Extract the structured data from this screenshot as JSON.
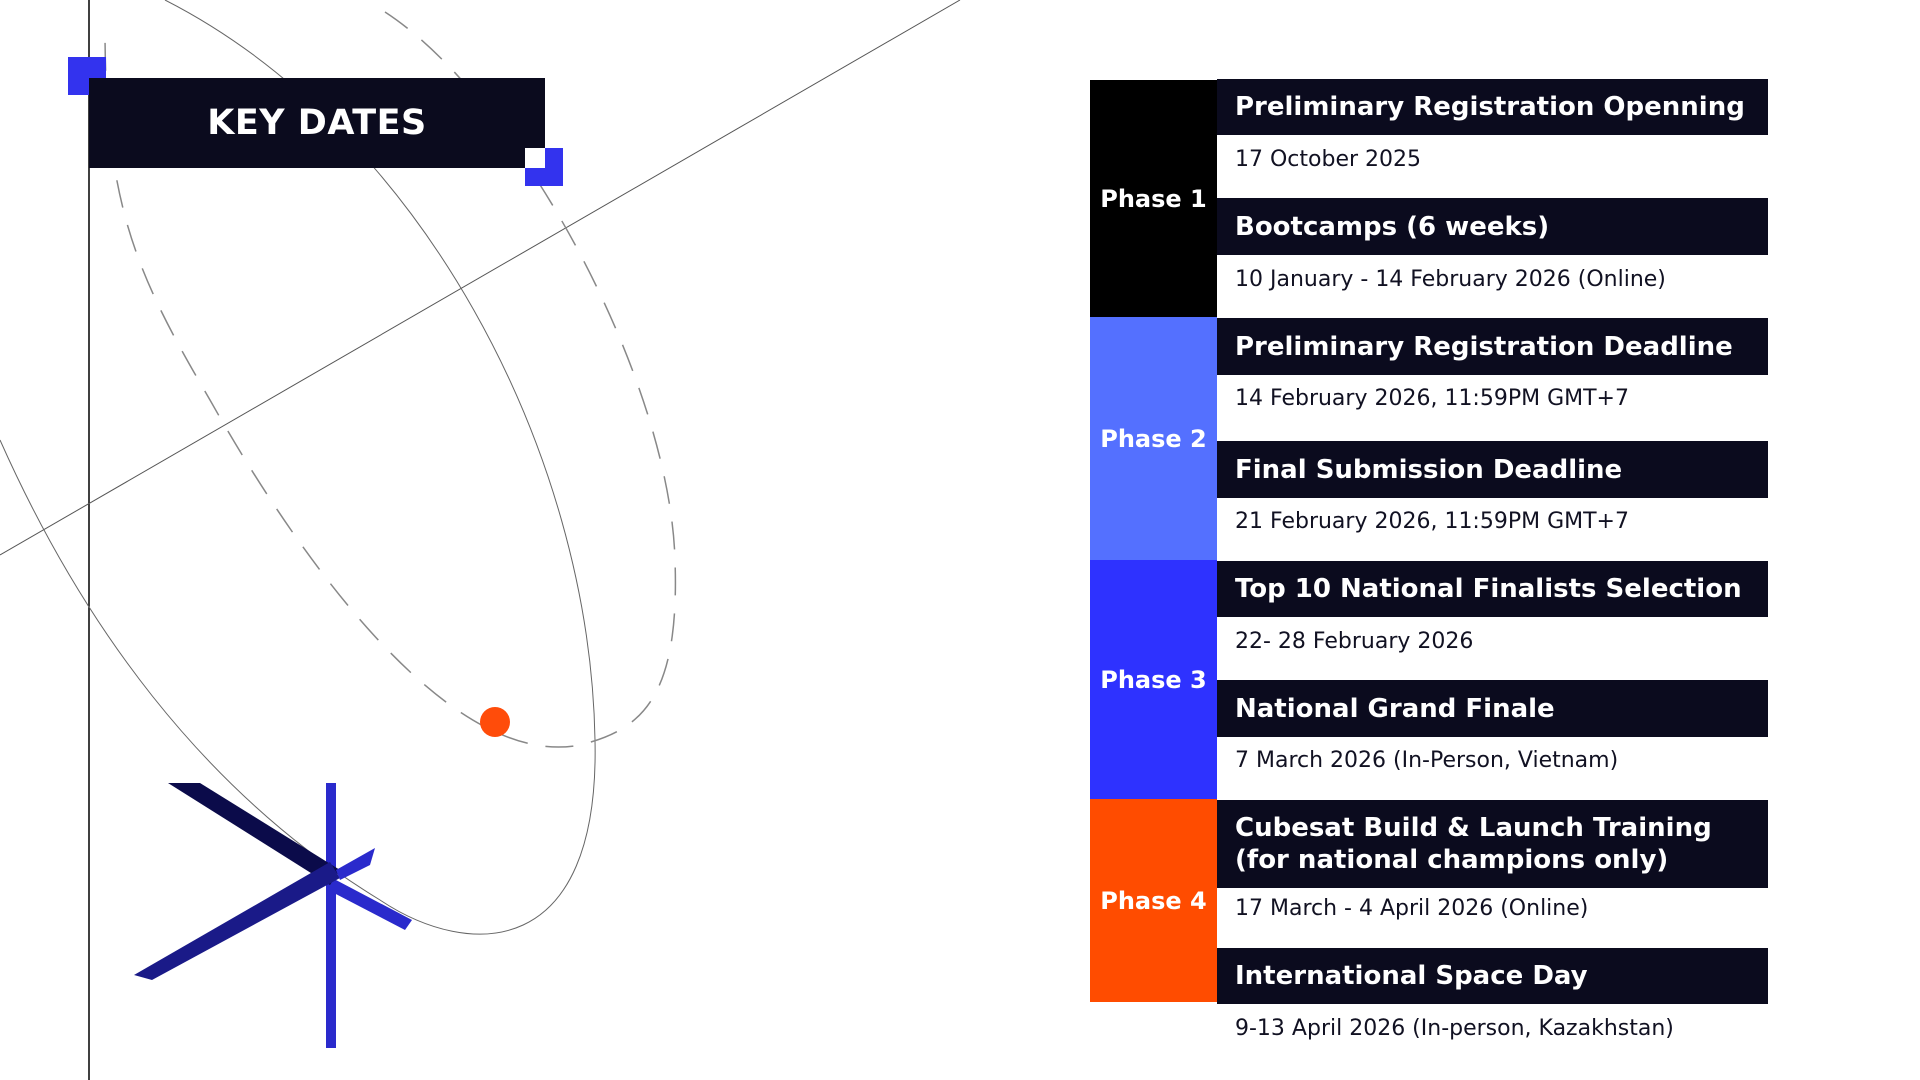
{
  "title": "KEY DATES",
  "colors": {
    "dark": "#0b0b1e",
    "black": "#000000",
    "phase2": "#5470ff",
    "phase3": "#2e32ff",
    "phase4": "#ff4c00",
    "accent_dot": "#ff4c0a",
    "star": "#2a2acc"
  },
  "phases": [
    {
      "label": "Phase 1"
    },
    {
      "label": "Phase 2"
    },
    {
      "label": "Phase 3"
    },
    {
      "label": "Phase 4"
    }
  ],
  "events": [
    {
      "title": "Preliminary Registration Openning",
      "date": "17 October 2025"
    },
    {
      "title": "Bootcamps (6 weeks)",
      "date": "10 January - 14 February 2026 (Online)"
    },
    {
      "title": "Preliminary Registration Deadline",
      "date": "14 February 2026, 11:59PM GMT+7"
    },
    {
      "title": "Final Submission Deadline",
      "date": "21 February 2026, 11:59PM GMT+7"
    },
    {
      "title": "Top 10 National Finalists Selection",
      "date": "22- 28 February 2026"
    },
    {
      "title": "National Grand Finale",
      "date": "7 March 2026 (In-Person, Vietnam)"
    },
    {
      "title": "Cubesat Build & Launch Training",
      "title_line2": "(for national champions only)",
      "date": "17 March - 4 April 2026 (Online)"
    },
    {
      "title": "International Space Day",
      "date": "9-13 April 2026 (In-person, Kazakhstan)"
    }
  ]
}
